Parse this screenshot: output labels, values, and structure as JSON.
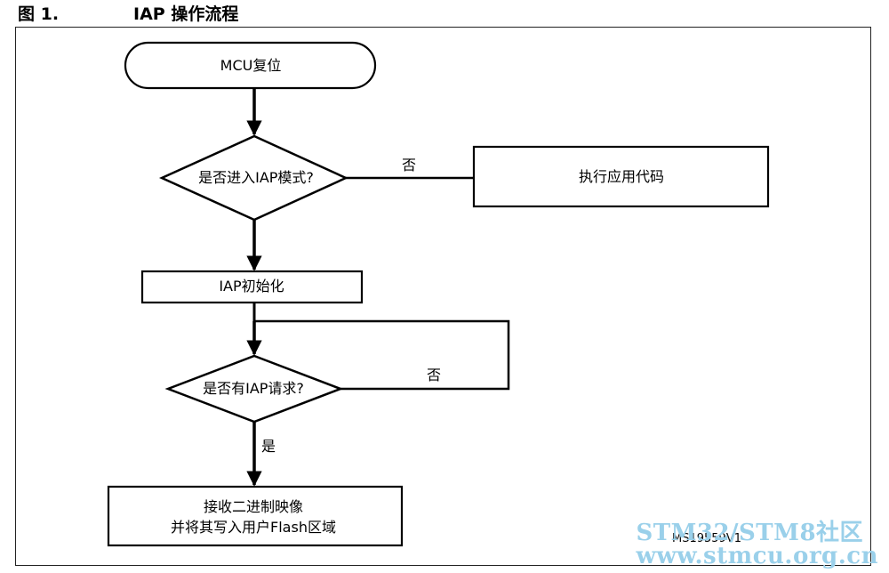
{
  "figure": {
    "number": "图 1.",
    "title": "IAP 操作流程",
    "code": "MS19559V1"
  },
  "nodes": {
    "start": "MCU复位",
    "enter_iap_decision": "是否进入IAP模式?",
    "run_app": "执行应用代码",
    "iap_init": "IAP初始化",
    "iap_request_decision": "是否有IAP请求?",
    "receive_line1": "接收二进制映像",
    "receive_line2": "并将其写入用户Flash区域"
  },
  "edges": {
    "no_to_app": "否",
    "no_loop": "否",
    "yes_receive": "是"
  },
  "watermark": {
    "line1": "STM32/STM8社区",
    "line2": "www.stmcu.org.cn"
  }
}
